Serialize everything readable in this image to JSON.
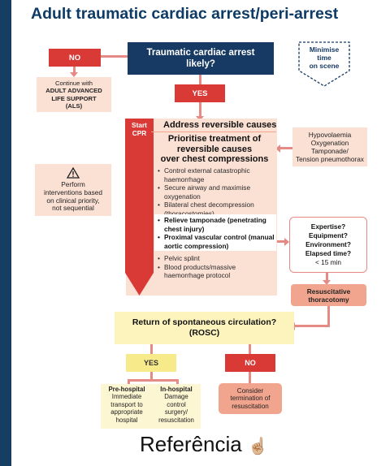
{
  "title": "Adult traumatic cardiac arrest/peri-arrest",
  "top_box": {
    "line1": "Traumatic cardiac arrest",
    "line2": "likely?"
  },
  "no_top": "NO",
  "yes_top": "YES",
  "minimise_box": [
    "Minimise",
    "time",
    "on scene"
  ],
  "als_box": [
    "Continue with",
    "ADULT ADVANCED",
    "LIFE SUPPORT",
    "(ALS)"
  ],
  "warning_box": {
    "icon": "warning-icon",
    "lines": [
      "Perform",
      "interventions based",
      "on clinical priority,",
      "not sequential"
    ]
  },
  "start_cpr": [
    "Start",
    "CPR"
  ],
  "address": "Address reversible causes",
  "prioritise": [
    "Prioritise treatment of",
    "reversible causes",
    "over chest compressions"
  ],
  "list1": [
    "Control external catastrophic haemorrhage",
    "Secure airway and maximise oxygenation",
    "Bilateral chest decompression (thoracostomies)"
  ],
  "list2": [
    "Relieve tamponade (penetrating chest injury)",
    "Proximal vascular control (manual aortic compression)"
  ],
  "list3": [
    "Pelvic splint",
    "Blood products/massive haemorrhage protocol"
  ],
  "hypo_box": [
    "Hypovolaemia",
    "Oxygenation",
    "Tamponade/",
    "Tension pneumothorax"
  ],
  "expertise_box": [
    "Expertise?",
    "Equipment?",
    "Environment?",
    "Elapsed time?",
    "< 15 min"
  ],
  "thoracotomy": [
    "Resuscitative",
    "thoracotomy"
  ],
  "rosc": [
    "Return of spontaneous circulation?",
    "(ROSC)"
  ],
  "yes_bottom": "YES",
  "no_bottom": "NO",
  "prehospital": {
    "title": "Pre-hospital",
    "lines": [
      "Immediate",
      "transport to",
      "appropriate",
      "hospital"
    ]
  },
  "inhospital": {
    "title": "In-hospital",
    "lines": [
      "Damage",
      "control",
      "surgery/",
      "resuscitation"
    ]
  },
  "consider": [
    "Consider",
    "termination of",
    "resuscitation"
  ],
  "referencia": "Referência",
  "referencia_emoji": "☝🏼",
  "colors": {
    "navy": "#163a63",
    "red": "#d93a36",
    "peach": "#fbe0d4",
    "yellow": "#fdf4bd",
    "arrow": "#e58a84"
  }
}
